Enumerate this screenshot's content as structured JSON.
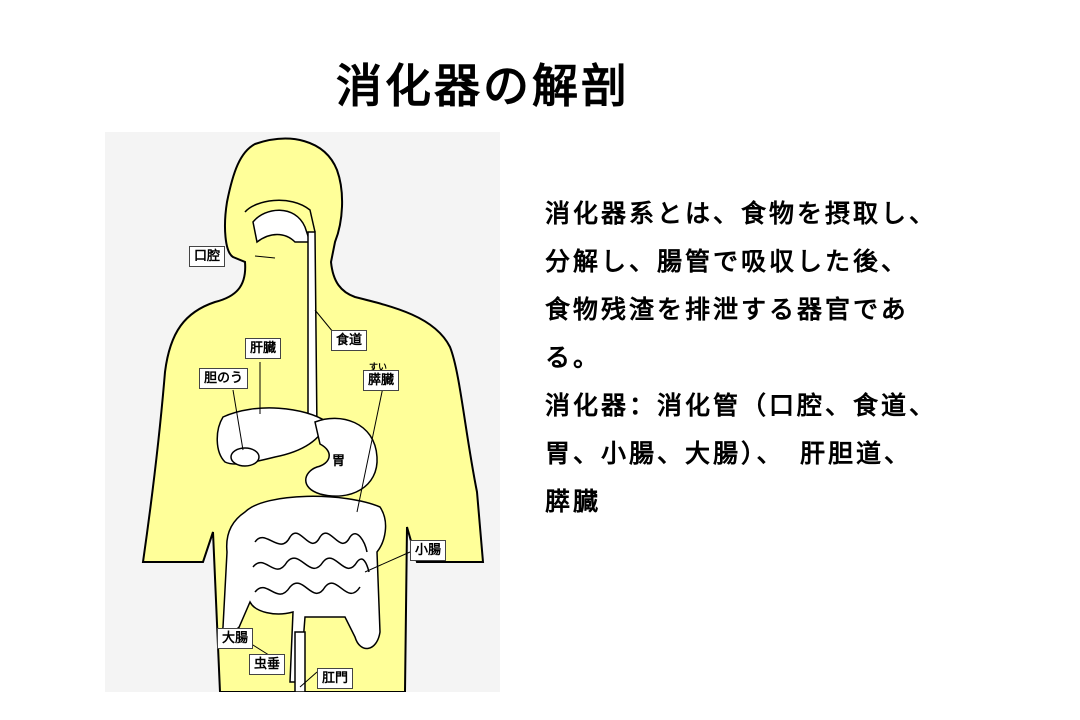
{
  "title": "消化器の解剖",
  "labels": {
    "mouth": "口腔",
    "esophagus": "食道",
    "liver": "肝臓",
    "pancreas": "膵臓",
    "pancreas_ruby": "すい",
    "gallbladder": "胆のう",
    "stomach": "胃",
    "small_intestine": "小腸",
    "large_intestine": "大腸",
    "appendix": "虫垂",
    "anus": "肛門"
  },
  "description": {
    "line1": "消化器系とは、食物を摂取し、",
    "line2": "分解し、腸管で吸収した後、",
    "line3": "食物残渣を排泄する器官であ",
    "line4": "る。",
    "line5": "消化器：消化管（口腔、食道、",
    "line6": "胃、小腸、大腸）、　肝胆道、",
    "line7": "膵臓"
  },
  "colors": {
    "body_fill": "#ffff99",
    "organ_fill": "#ffffff",
    "outline": "#000000",
    "background_tint": "#f4f4f4"
  }
}
